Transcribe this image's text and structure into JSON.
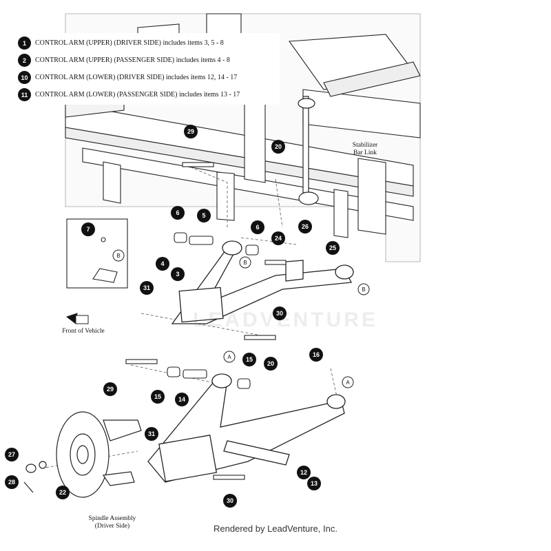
{
  "legend": [
    {
      "num": "1",
      "text": "CONTROL ARM (UPPER) (DRIVER SIDE) includes items 3, 5 - 8"
    },
    {
      "num": "2",
      "text": "CONTROL ARM (UPPER) (PASSENGER SIDE) includes items 4 - 8"
    },
    {
      "num": "10",
      "text": "CONTROL ARM (LOWER) (DRIVER SIDE) includes items 12, 14 - 17"
    },
    {
      "num": "11",
      "text": "CONTROL ARM (LOWER) (PASSENGER SIDE) includes items 13 - 17"
    }
  ],
  "labels": {
    "stabilizer": "Stabilizer\nBar Link",
    "front": "Front of Vehicle",
    "spindle": "Spindle Assembly\n(Driver Side)"
  },
  "watermark": "LEADVENTURE",
  "credit": "Rendered by LeadVenture, Inc.",
  "callouts": [
    "29",
    "20",
    "6",
    "5",
    "6",
    "24",
    "26",
    "25",
    "7",
    "4",
    "3",
    "31",
    "30",
    "16",
    "29",
    "15",
    "14",
    "15",
    "20",
    "31",
    "27",
    "28",
    "22",
    "12",
    "13",
    "30"
  ],
  "ref_letters": [
    "B",
    "B",
    "B",
    "A",
    "A"
  ]
}
